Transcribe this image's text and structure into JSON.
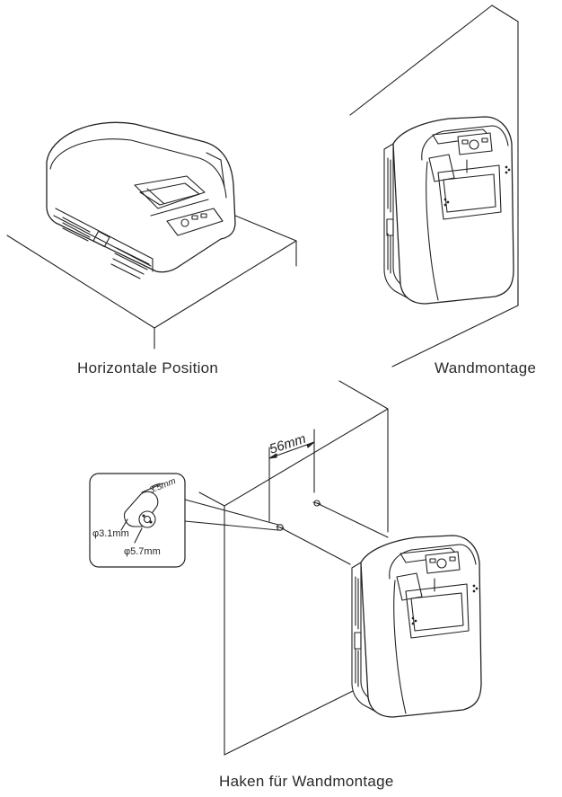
{
  "captions": {
    "horizontal": "Horizontale Position",
    "wall": "Wandmontage",
    "hook": "Haken für Wandmontage"
  },
  "dimensions": {
    "spacing": "56mm",
    "length": "3.5mm",
    "inner_diameter": "φ3.1mm",
    "outer_diameter": "φ5.7mm"
  },
  "colors": {
    "line": "#222222",
    "background": "#ffffff"
  }
}
